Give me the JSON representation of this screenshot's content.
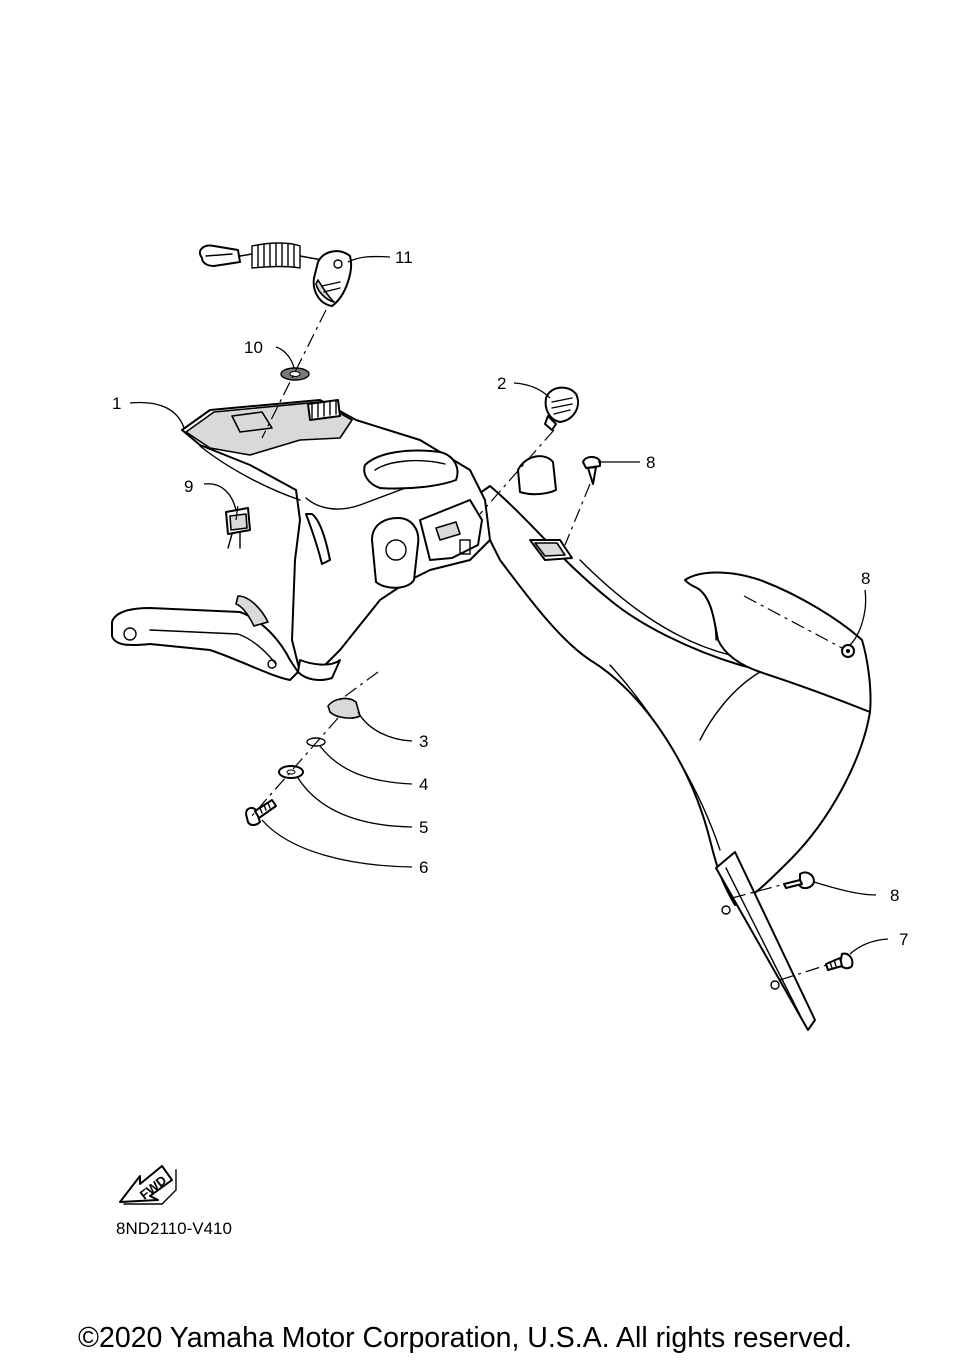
{
  "callouts": [
    {
      "id": "c1",
      "label": "1"
    },
    {
      "id": "c2",
      "label": "2"
    },
    {
      "id": "c3",
      "label": "3"
    },
    {
      "id": "c4",
      "label": "4"
    },
    {
      "id": "c5",
      "label": "5"
    },
    {
      "id": "c6",
      "label": "6"
    },
    {
      "id": "c7",
      "label": "7"
    },
    {
      "id": "c8a",
      "label": "8"
    },
    {
      "id": "c8b",
      "label": "8"
    },
    {
      "id": "c8c",
      "label": "8"
    },
    {
      "id": "c9",
      "label": "9"
    },
    {
      "id": "c10",
      "label": "10"
    },
    {
      "id": "c11",
      "label": "11"
    }
  ],
  "fwd_label": "FWD",
  "diagram_code": "8ND2110-V410",
  "copyright": "©2020 Yamaha Motor Corporation, U.S.A. All rights reserved."
}
